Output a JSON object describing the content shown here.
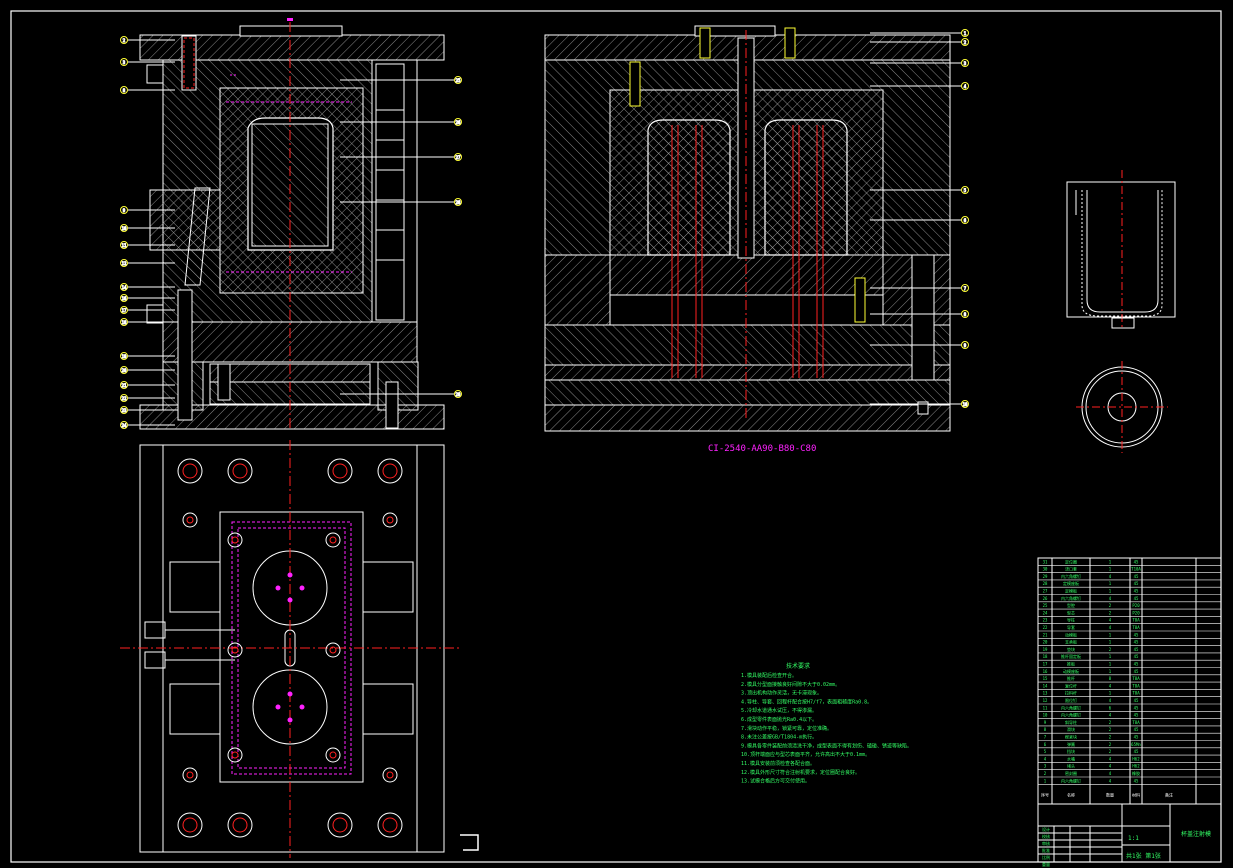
{
  "drawing": {
    "mold_code": "CI-2540-AA90-B80-C80",
    "background": "#000000",
    "colors": {
      "outline": "#ffffff",
      "hatch": "#bfbfbf",
      "centerline": "#ff2020",
      "leader": "#ffffff",
      "magenta": "#ff22ff",
      "yellow": "#ffff33",
      "green": "#33ff66",
      "cyan": "#22ffff"
    }
  },
  "balloons": {
    "left_view": [
      "2",
      "3",
      "8",
      "9",
      "10",
      "11",
      "12",
      "14",
      "16",
      "17",
      "18",
      "19",
      "20",
      "21",
      "22",
      "23",
      "24",
      "25",
      "26",
      "27",
      "28",
      "29",
      "30",
      "31"
    ],
    "right_view": [
      "1",
      "2",
      "3",
      "4",
      "5",
      "6",
      "7",
      "8",
      "9",
      "10",
      "11",
      "12",
      "13"
    ]
  },
  "tech_notes": {
    "title": "技术要求",
    "lines": [
      "1.模具装配后检查开合。",
      "2.模具分型面接触良好间隙不大于0.02mm。",
      "3.顶出机构动作灵活，无卡滞现象。",
      "4.导柱、导套、回程杆配合按H7/f7，表面粗糙度Ra0.8。",
      "5.冷却水道通水试压，不得渗漏。",
      "6.成型零件表面抛光Ra0.4以下。",
      "7.滑块动作平稳，锁紧可靠，定位准确。",
      "8.未注公差按GB/T1804-m执行。",
      "9.模具各零件装配前须清洗干净，成型表面不得有划伤、磕碰、锈迹等缺陷。",
      "10.顶杆端面应与型芯表面平齐，允许高出不大于0.1mm。",
      "11.模具安装前须检查各配合面。",
      "12.模具外形尺寸符合注射机要求，定位圈配合良好。",
      "13.试模合格后方可交付使用。"
    ]
  },
  "bom": {
    "rows": [
      [
        "31",
        "定位圈",
        "1",
        "45",
        ""
      ],
      [
        "30",
        "浇口套",
        "1",
        "T10A",
        ""
      ],
      [
        "29",
        "内六角螺钉",
        "4",
        "45",
        ""
      ],
      [
        "28",
        "定模座板",
        "1",
        "45",
        ""
      ],
      [
        "27",
        "定模板",
        "1",
        "45",
        ""
      ],
      [
        "26",
        "内六角螺钉",
        "4",
        "45",
        ""
      ],
      [
        "25",
        "型腔",
        "2",
        "P20",
        ""
      ],
      [
        "24",
        "型芯",
        "2",
        "P20",
        ""
      ],
      [
        "23",
        "导柱",
        "4",
        "T8A",
        ""
      ],
      [
        "22",
        "导套",
        "4",
        "T8A",
        ""
      ],
      [
        "21",
        "动模板",
        "1",
        "45",
        ""
      ],
      [
        "20",
        "支承板",
        "1",
        "45",
        ""
      ],
      [
        "19",
        "垫块",
        "2",
        "45",
        ""
      ],
      [
        "18",
        "推杆固定板",
        "1",
        "45",
        ""
      ],
      [
        "17",
        "推板",
        "1",
        "45",
        ""
      ],
      [
        "16",
        "动模座板",
        "1",
        "45",
        ""
      ],
      [
        "15",
        "推杆",
        "8",
        "T8A",
        ""
      ],
      [
        "14",
        "复位杆",
        "4",
        "T8A",
        ""
      ],
      [
        "13",
        "拉料杆",
        "1",
        "T8A",
        ""
      ],
      [
        "12",
        "限位钉",
        "4",
        "45",
        ""
      ],
      [
        "11",
        "内六角螺钉",
        "6",
        "45",
        ""
      ],
      [
        "10",
        "内六角螺钉",
        "4",
        "45",
        ""
      ],
      [
        "9",
        "斜导柱",
        "2",
        "T8A",
        ""
      ],
      [
        "8",
        "滑块",
        "2",
        "45",
        ""
      ],
      [
        "7",
        "楔紧块",
        "2",
        "45",
        ""
      ],
      [
        "6",
        "弹簧",
        "2",
        "65Mn",
        ""
      ],
      [
        "5",
        "挡块",
        "2",
        "45",
        ""
      ],
      [
        "4",
        "水嘴",
        "4",
        "H62",
        ""
      ],
      [
        "3",
        "堵头",
        "4",
        "H62",
        ""
      ],
      [
        "2",
        "密封圈",
        "4",
        "橡胶",
        ""
      ],
      [
        "1",
        "内六角螺钉",
        "4",
        "45",
        ""
      ]
    ],
    "header": [
      "序号",
      "名称",
      "数量",
      "材料",
      "备注"
    ]
  },
  "title_block": {
    "title": "杯盖注射模",
    "scale": "1:1",
    "sheet": "共1张 第1张",
    "labels": [
      "设计",
      "校核",
      "审核",
      "批准",
      "比例",
      "重量"
    ]
  }
}
